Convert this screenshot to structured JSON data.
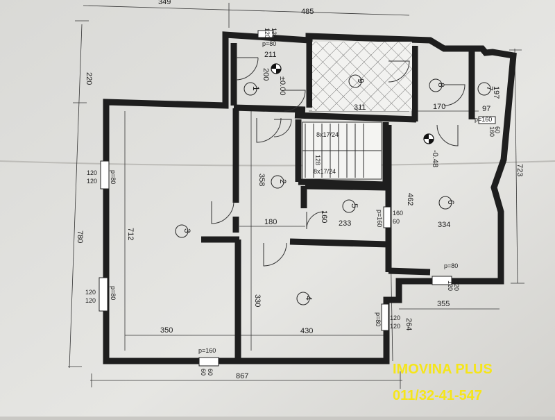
{
  "dimensions": {
    "top_left": "349",
    "top_right": "485",
    "left_upper": "220",
    "left_total": "780",
    "right_total": "723",
    "bottom_total": "867",
    "room1_w": "211",
    "room1_h": "200",
    "room9_w": "311",
    "room8_w": "170",
    "room7_w": "97",
    "room7_h": "197",
    "stair_top": "8x17/24",
    "stair_bottom": "8x17/24",
    "stair_width": "128",
    "room2_h": "358",
    "room6_h": "462",
    "room3_h": "712",
    "room2_w": "180",
    "room5_h": "160",
    "room5_w": "233",
    "room6_w": "334",
    "room4_h": "330",
    "room3_w": "350",
    "room4_w": "430",
    "ext_w": "355",
    "ext_h": "264"
  },
  "levels": {
    "upper": "±0.00",
    "lower": "-0.48"
  },
  "windows": {
    "w_top": {
      "p": "p=80",
      "a": "120",
      "b": "120"
    },
    "w_room7": {
      "p": "p=160",
      "a": "160",
      "b": "60"
    },
    "w_left_top": {
      "p": "p=80",
      "a": "120",
      "b": "120"
    },
    "w_left_bottom": {
      "p": "p=80",
      "a": "120",
      "b": "120"
    },
    "w_room5": {
      "p": "p=160",
      "a": "160",
      "b": "60"
    },
    "w_room6": {
      "p": "p=80",
      "a": "120",
      "b": "120"
    },
    "w_room4": {
      "p": "p=80",
      "a": "120",
      "b": "120"
    },
    "w_bottom": {
      "p": "p=160",
      "a": "60",
      "b": "60"
    }
  },
  "rooms": [
    "1",
    "2",
    "3",
    "4",
    "5",
    "6",
    "7",
    "8",
    "9"
  ],
  "brand": {
    "name": "IMOVINA PLUS",
    "phone": "011/32-41-547",
    "color": "#f5e51a"
  }
}
